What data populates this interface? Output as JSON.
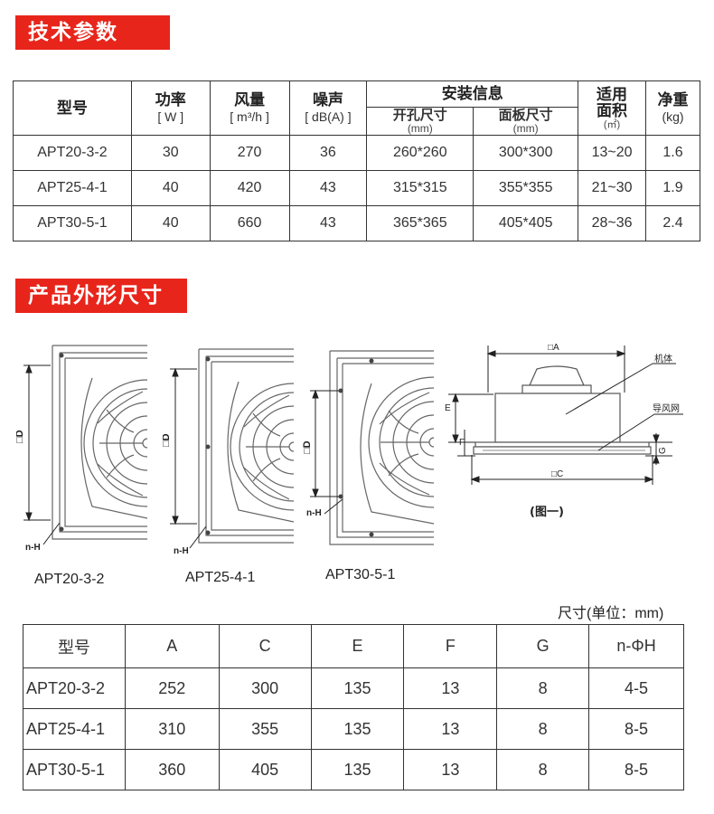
{
  "section1": {
    "title": "技术参数"
  },
  "section2": {
    "title": "产品外形尺寸"
  },
  "spec": {
    "headers": {
      "model": "型号",
      "power": "功率",
      "power_unit": "[ W ]",
      "airflow": "风量",
      "airflow_unit": "[ m³/h ]",
      "noise": "噪声",
      "noise_unit": "[ dB(A) ]",
      "install": "安装信息",
      "hole": "开孔尺寸",
      "hole_unit": "(mm)",
      "panel": "面板尺寸",
      "panel_unit": "(mm)",
      "area": "适用面积",
      "area_unit": "(㎡)",
      "weight": "净重",
      "weight_unit": "(kg)"
    },
    "rows": [
      {
        "model": "APT20-3-2",
        "power": "30",
        "airflow": "270",
        "noise": "36",
        "hole": "260*260",
        "panel": "300*300",
        "area": "13~20",
        "weight": "1.6"
      },
      {
        "model": "APT25-4-1",
        "power": "40",
        "airflow": "420",
        "noise": "43",
        "hole": "315*315",
        "panel": "355*355",
        "area": "21~30",
        "weight": "1.9"
      },
      {
        "model": "APT30-5-1",
        "power": "40",
        "airflow": "660",
        "noise": "43",
        "hole": "365*365",
        "panel": "405*405",
        "area": "28~36",
        "weight": "2.4"
      }
    ]
  },
  "drawings": {
    "dim_d": "□D",
    "dim_nh": "n-H",
    "labels": [
      "APT20-3-2",
      "APT25-4-1",
      "APT30-5-1"
    ],
    "side": {
      "dim_a": "□A",
      "dim_c": "□C",
      "dim_e": "E",
      "dim_f": "F",
      "dim_g": "G",
      "body": "机体",
      "grille": "导风网",
      "caption": "(图一)"
    }
  },
  "dims": {
    "unit_note": "尺寸(单位：mm)",
    "headers": [
      "型号",
      "A",
      "C",
      "E",
      "F",
      "G",
      "n-ΦH"
    ],
    "rows": [
      [
        "APT20-3-2",
        "252",
        "300",
        "135",
        "13",
        "8",
        "4-5"
      ],
      [
        "APT25-4-1",
        "310",
        "355",
        "135",
        "13",
        "8",
        "8-5"
      ],
      [
        "APT30-5-1",
        "360",
        "405",
        "135",
        "13",
        "8",
        "8-5"
      ]
    ]
  }
}
